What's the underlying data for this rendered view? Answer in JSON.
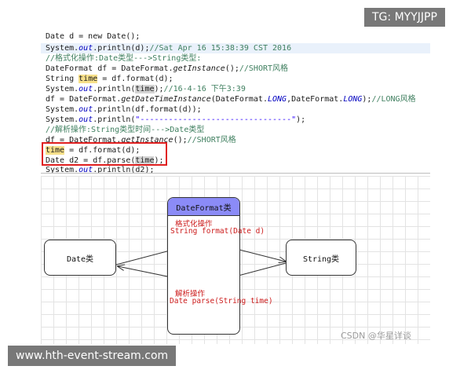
{
  "code": {
    "l1": "Date d = new Date();",
    "l2a": "System.",
    "l2b": "out",
    "l2c": ".println(d);",
    "l2d": "//Sat Apr 16 15:38:39 CST 2016",
    "l3": "//格式化操作:Date类型--->String类型:",
    "l4a": "DateFormat df = DateFormat.",
    "l4b": "getInstance",
    "l4c": "();",
    "l4d": "//SHORT风格",
    "l5a": "String ",
    "l5b": "time",
    "l5c": " = df.format(d);",
    "l6a": "System.",
    "l6b": "out",
    "l6c": ".println(",
    "l6d": "time",
    "l6e": ");",
    "l6f": "//16-4-16 下午3:39",
    "l7a": "df = DateFormat.",
    "l7b": "getDateTimeInstance",
    "l7c": "(DateFormat.",
    "l7d": "LONG",
    "l7e": ",DateFormat.",
    "l7f": "LONG",
    "l7g": ");",
    "l7h": "//LONG风格",
    "l8a": "System.",
    "l8b": "out",
    "l8c": ".println(df.format(d));",
    "l9a": "System.",
    "l9b": "out",
    "l9c": ".println(",
    "l9d": "\"--------------------------------\"",
    "l9e": ");",
    "l10": "//解析操作:String类型时间--->Date类型",
    "l11a": "df = DateFormat.",
    "l11b": "getInstance",
    "l11c": "();",
    "l11d": "//SHORT风格",
    "l12a": "time",
    "l12b": " = df.format(d);",
    "l13a": "Date d2 = df.parse(",
    "l13b": "time",
    "l13c": ");",
    "l14a": "System.",
    "l14b": "out",
    "l14c": ".println(d2);"
  },
  "diagram": {
    "date_node": "Date类",
    "string_node": "String类",
    "dateformat_title": "DateFormat类",
    "format_label": "格式化操作",
    "format_method": "String format(Date d)",
    "parse_label": "解析操作",
    "parse_method": "Date parse(String time)"
  },
  "watermarks": {
    "tg": "TG: MYYJJPP",
    "site": "www.hth-event-stream.com",
    "csdn": "CSDN @华星详谈"
  }
}
